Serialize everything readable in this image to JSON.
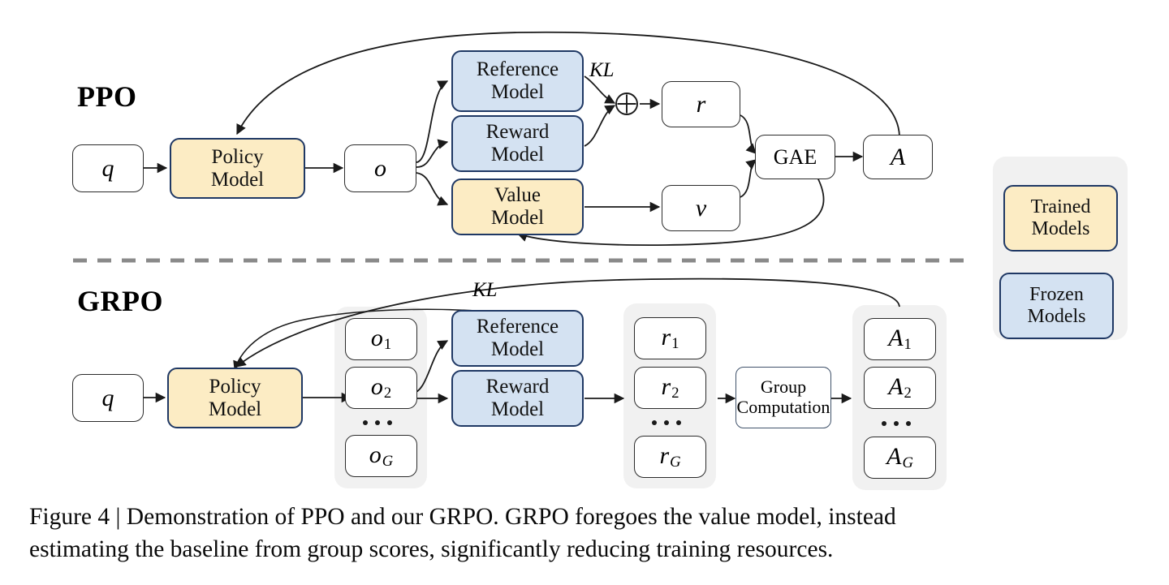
{
  "figure": {
    "caption_line_1": "Figure 4 | Demonstration of PPO and our GRPO. GRPO foregoes the value model, instead",
    "caption_line_2": "estimating the baseline from group scores, significantly reducing training resources."
  },
  "colors": {
    "trained_fill": "#fcecc4",
    "frozen_fill": "#d4e2f2",
    "model_border": "#1f3864",
    "plain_border": "#2b2b2b",
    "group_fill": "#f1f1f1",
    "divider": "#8a8a8a",
    "wire": "#1a1a1a"
  },
  "ppo": {
    "title": "PPO",
    "nodes": {
      "query": "q",
      "policy_model_line1": "Policy",
      "policy_model_line2": "Model",
      "output": "o",
      "reference_model_line1": "Reference",
      "reference_model_line2": "Model",
      "reward_model_line1": "Reward",
      "reward_model_line2": "Model",
      "value_model_line1": "Value",
      "value_model_line2": "Model",
      "reward_scalar": "r",
      "value_scalar": "v",
      "gae": "GAE",
      "advantage": "A"
    },
    "labels": {
      "kl": "KL",
      "combine": "⊕"
    }
  },
  "grpo": {
    "title": "GRPO",
    "nodes": {
      "query": "q",
      "policy_model_line1": "Policy",
      "policy_model_line2": "Model",
      "reference_model_line1": "Reference",
      "reference_model_line2": "Model",
      "reward_model_line1": "Reward",
      "reward_model_line2": "Model",
      "group_computation_line1": "Group",
      "group_computation_line2": "Computation"
    },
    "labels": {
      "kl": "KL"
    },
    "outputs": [
      {
        "base": "o",
        "sub": "1"
      },
      {
        "base": "o",
        "sub": "2"
      },
      {
        "base": "o",
        "sub": "G"
      }
    ],
    "rewards": [
      {
        "base": "r",
        "sub": "1"
      },
      {
        "base": "r",
        "sub": "2"
      },
      {
        "base": "r",
        "sub": "G"
      }
    ],
    "advantages": [
      {
        "base": "A",
        "sub": "1"
      },
      {
        "base": "A",
        "sub": "2"
      },
      {
        "base": "A",
        "sub": "G"
      }
    ]
  },
  "legend": {
    "trained_line1": "Trained",
    "trained_line2": "Models",
    "frozen_line1": "Frozen",
    "frozen_line2": "Models"
  }
}
